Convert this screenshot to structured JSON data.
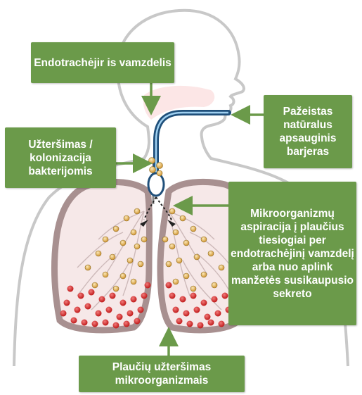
{
  "labels": {
    "tube": "Endotrachėjir is vamzdelis",
    "barrier": "Pažeistas natūralus apsauginis barjeras",
    "colonization": "Užteršimas / kolonizacija bakterijomis",
    "aspiration": "Mikroorganizmų aspiracija į plaučius tiesiogiai per endotrachėjinį vamzdelį arba nuo aplink manžetės susikaupusio sekreto",
    "lung_contamination": "Plaučių užteršimas mikroorganizmais"
  },
  "colors": {
    "callout": "#6b9a4a",
    "tube": "#1f4f7a",
    "lung_fill": "#f6e8e8",
    "lung_outline": "#a89090",
    "microbe": "#d9a84a",
    "infection": "#cc2a2a"
  }
}
